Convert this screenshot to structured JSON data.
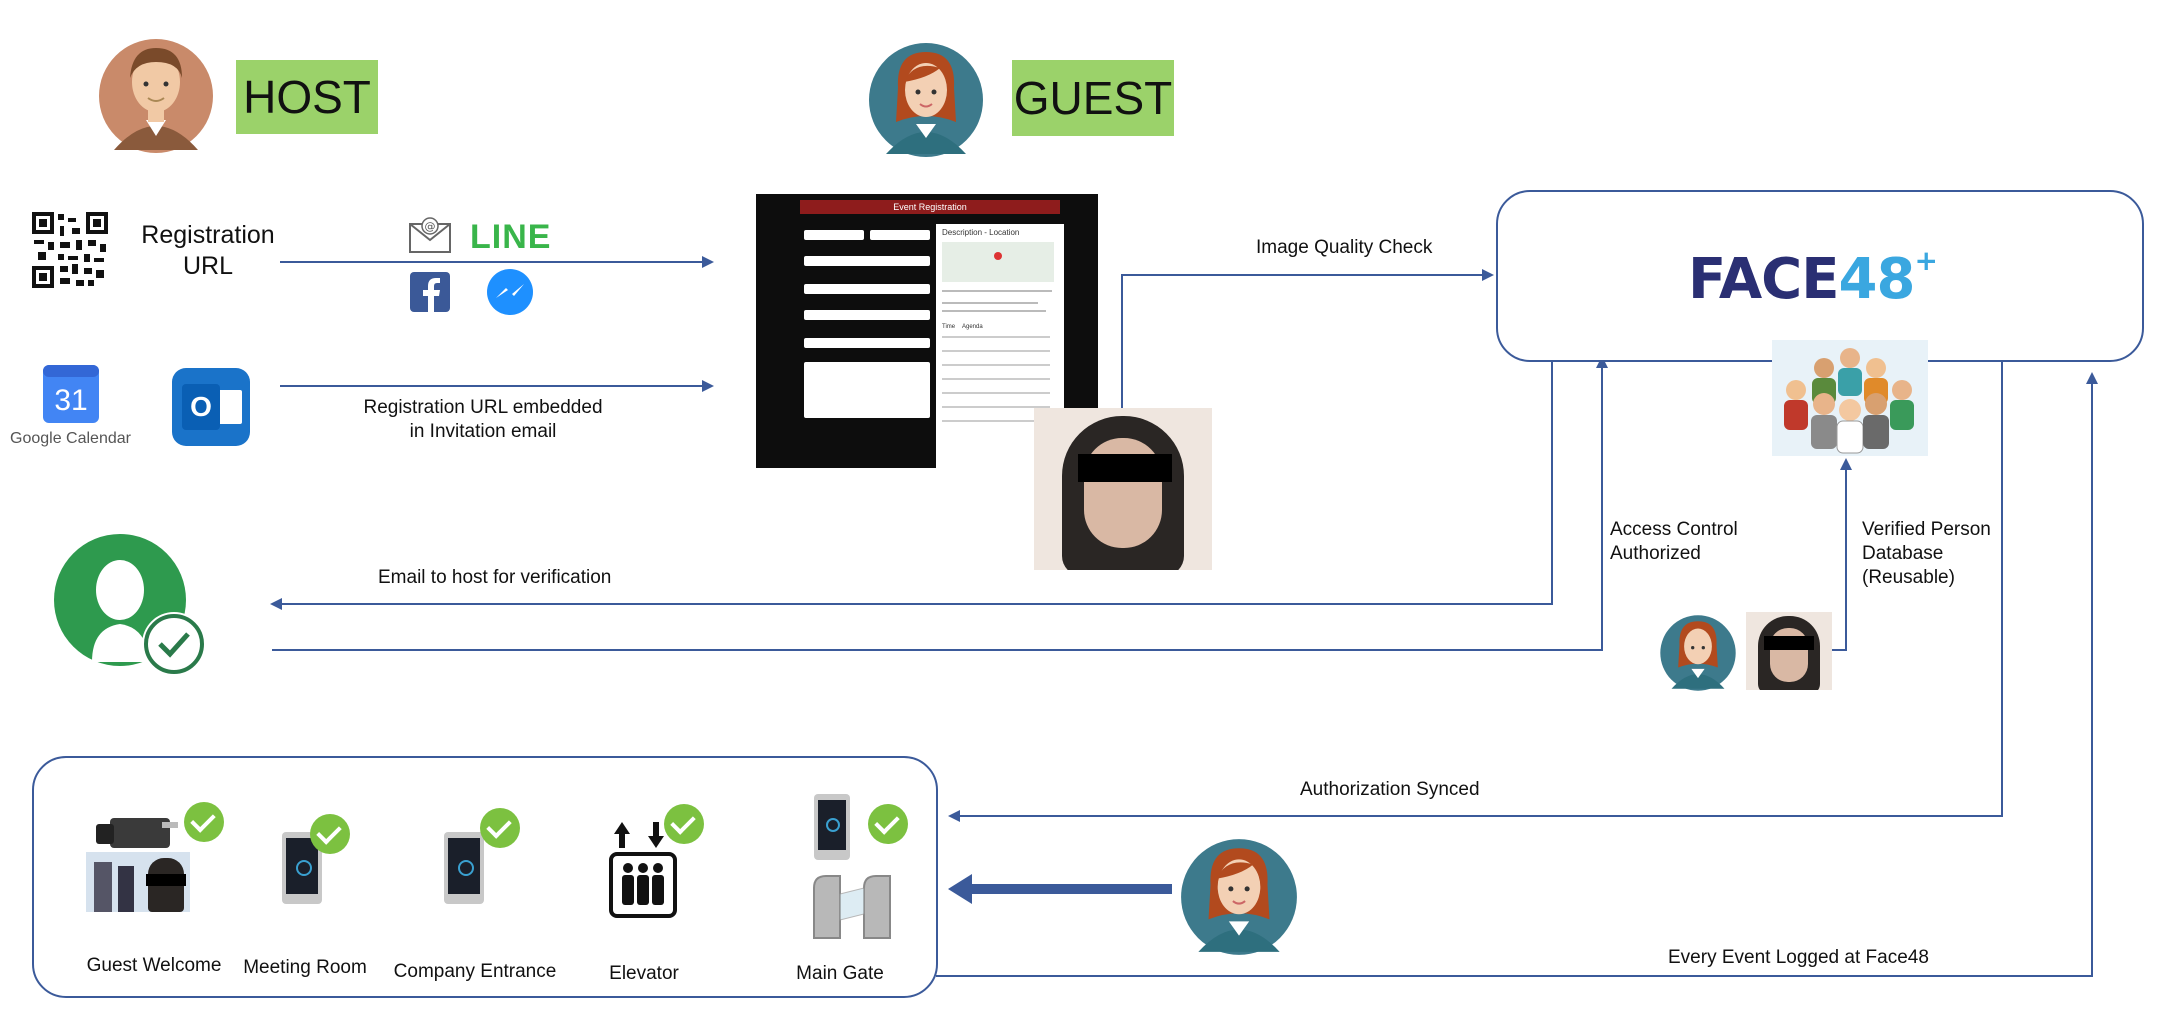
{
  "roles": {
    "host": "HOST",
    "guest": "GUEST"
  },
  "left": {
    "registration_url": "Registration\nURL",
    "line_logo": "LINE",
    "gcal_day": "31",
    "gcal_name": "Google Calendar",
    "outlook_letter": "O",
    "embedded_label": "Registration URL embedded\nin Invitation email",
    "email_verify": "Email to host for verification"
  },
  "form": {
    "header": "Event Registration",
    "description_title": "Description - Location",
    "agenda_cols": [
      "Time",
      "Agenda"
    ]
  },
  "labels": {
    "image_quality": "Image Quality Check",
    "access_control": "Access Control\nAuthorized",
    "verified_db": "Verified Person\nDatabase\n(Reusable)",
    "auth_synced": "Authorization Synced",
    "event_logged": "Every Event Logged at Face48"
  },
  "brand": {
    "face": "FACE",
    "num": "48",
    "plus": "+"
  },
  "devices": [
    {
      "label": "Guest Welcome"
    },
    {
      "label": "Meeting Room"
    },
    {
      "label": "Company Entrance"
    },
    {
      "label": "Elevator"
    },
    {
      "label": "Main Gate"
    }
  ],
  "colors": {
    "line": "#3b5a9a",
    "tag": "#9bd26a",
    "check": "#7cc140",
    "brand_dark": "#2a2f73",
    "brand_light": "#3aa7e0"
  }
}
